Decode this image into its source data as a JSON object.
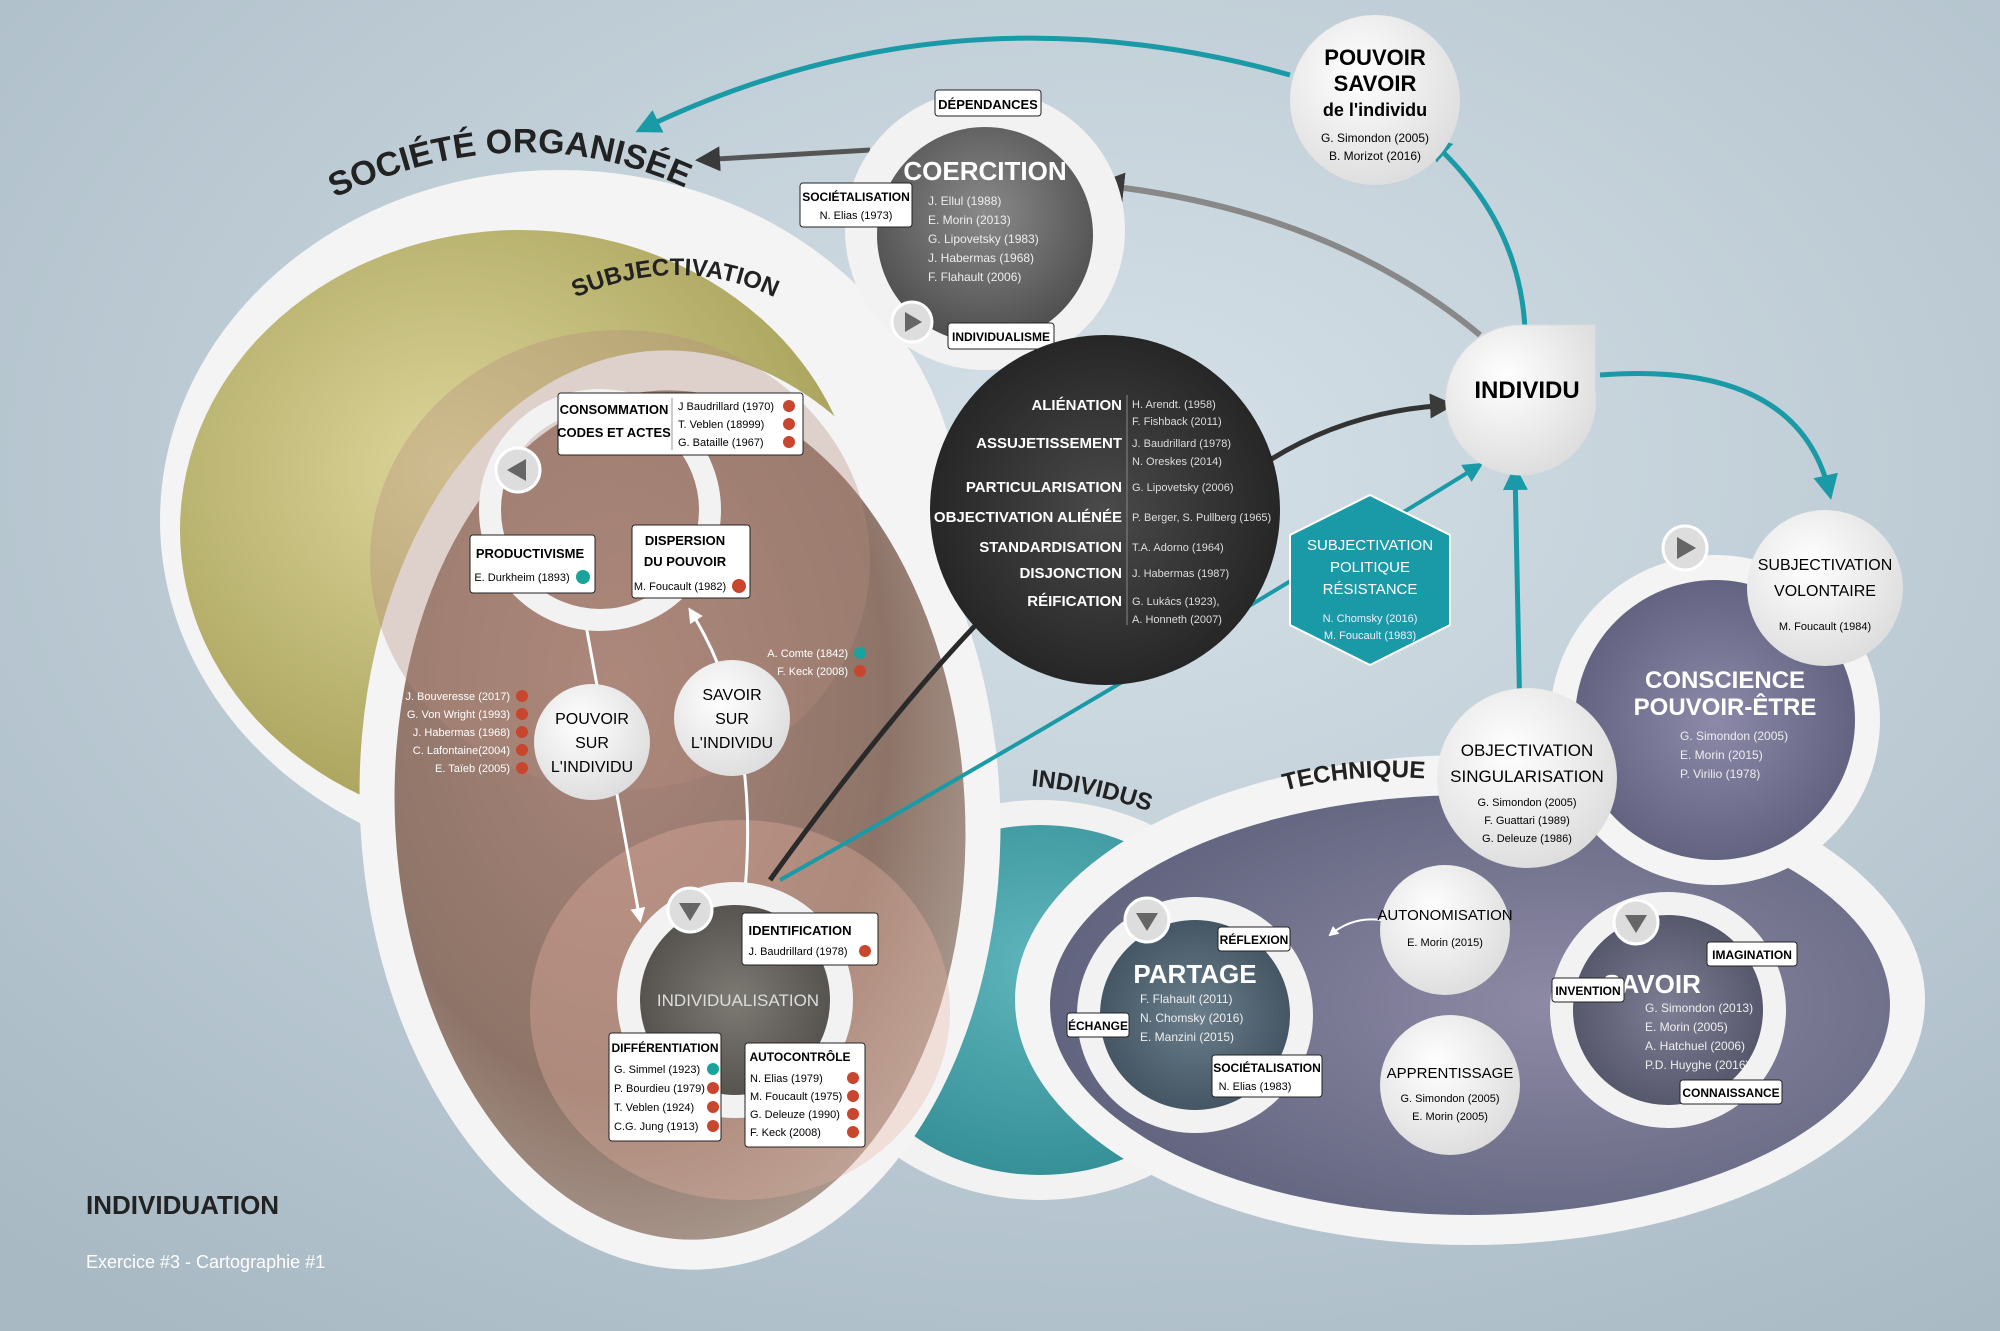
{
  "footer": {
    "title": "INDIVIDUATION",
    "subtitle": "Exercice #3 - Cartographie #1"
  },
  "societe": {
    "title": "SOCIÉTÉ ORGANISÉE"
  },
  "subjectivation": {
    "title": "SUBJECTIVATION"
  },
  "individus": {
    "title": "INDIVIDUS"
  },
  "technique": {
    "title": "TECHNIQUE"
  },
  "pouvoir_savoir": {
    "line1": "POUVOIR",
    "line2": "SAVOIR",
    "line3": "de l'individu",
    "refs": [
      "G. Simondon (2005)",
      "B. Morizot (2016)"
    ]
  },
  "coercition": {
    "title": "COERCITION",
    "refs": [
      "J. Ellul (1988)",
      "E. Morin (2013)",
      "G. Lipovetsky (1983)",
      "J. Habermas (1968)",
      "F. Flahault (2006)"
    ],
    "dependances": "DÉPENDANCES",
    "individualisme": "INDIVIDUALISME",
    "societalisation": {
      "label": "SOCIÉTALISATION",
      "ref": "N. Elias (1973)"
    }
  },
  "individu": {
    "label": "INDIVIDU"
  },
  "alienation_circle": {
    "rows": [
      {
        "term": "ALIÉNATION",
        "refs": [
          "H. Arendt. (1958)",
          "F. Fishback (2011)"
        ]
      },
      {
        "term": "ASSUJETISSEMENT",
        "refs": [
          "J. Baudrillard (1978)",
          "N. Oreskes (2014)"
        ]
      },
      {
        "term": "PARTICULARISATION",
        "refs": [
          "G. Lipovetsky (2006)"
        ]
      },
      {
        "term": "OBJECTIVATION ALIÉNÉE",
        "refs": [
          "P. Berger, S. Pullberg (1965)"
        ]
      },
      {
        "term": "STANDARDISATION",
        "refs": [
          "T.A. Adorno (1964)"
        ]
      },
      {
        "term": "DISJONCTION",
        "refs": [
          "J. Habermas (1987)"
        ]
      },
      {
        "term": "RÉIFICATION",
        "refs": [
          "G. Lukács (1923),",
          "A. Honneth (2007)"
        ]
      }
    ]
  },
  "subj_politique": {
    "line1": "SUBJECTIVATION",
    "line2": "POLITIQUE",
    "line3": "RÉSISTANCE",
    "refs": [
      "N. Chomsky (2016)",
      "M. Foucault (1983)"
    ]
  },
  "subj_volontaire": {
    "line1": "SUBJECTIVATION",
    "line2": "VOLONTAIRE",
    "ref": "M. Foucault (1984)"
  },
  "conscience": {
    "line1": "CONSCIENCE",
    "line2": "POUVOIR-ÊTRE",
    "refs": [
      "G. Simondon (2005)",
      "E. Morin (2015)",
      "P. Virilio (1978)"
    ]
  },
  "objectivation": {
    "line1": "OBJECTIVATION",
    "line2": "SINGULARISATION",
    "refs": [
      "G. Simondon (2005)",
      "F. Guattari (1989)",
      "G. Deleuze (1986)"
    ]
  },
  "consommation": {
    "line1": "CONSOMMATION",
    "line2": "CODES ET ACTES",
    "refs": [
      "J Baudrillard (1970)",
      "T. Veblen (18999)",
      "G. Bataille (1967)"
    ]
  },
  "productivisme": {
    "label": "PRODUCTIVISME",
    "ref": "E. Durkheim (1893)"
  },
  "dispersion": {
    "line1": "DISPERSION",
    "line2": "DU POUVOIR",
    "ref": "M. Foucault (1982)"
  },
  "comte_keck": [
    "A. Comte (1842)",
    "F. Keck (2008)"
  ],
  "left_refs": [
    "J. Bouveresse (2017)",
    "G. Von Wright (1993)",
    "J. Habermas (1968)",
    "C. Lafontaine(2004)",
    "E. Taïeb (2005)"
  ],
  "pouvoir_individu": {
    "line1": "POUVOIR",
    "line2": "SUR",
    "line3": "L'INDIVIDU"
  },
  "savoir_individu": {
    "line1": "SAVOIR",
    "line2": "SUR",
    "line3": "L'INDIVIDU"
  },
  "individualisation": {
    "label": "INDIVIDUALISATION"
  },
  "identification": {
    "label": "IDENTIFICATION",
    "ref": "J. Baudrillard (1978)"
  },
  "differentiation": {
    "label": "DIFFÉRENTIATION",
    "refs": [
      "G. Simmel (1923)",
      "P. Bourdieu (1979)",
      "T. Veblen (1924)",
      "C.G. Jung (1913)"
    ]
  },
  "autocontrole": {
    "label": "AUTOCONTRÔLE",
    "refs": [
      "N. Elias (1979)",
      "M. Foucault (1975)",
      "G. Deleuze (1990)",
      "F. Keck (2008)"
    ]
  },
  "partage": {
    "title": "PARTAGE",
    "refs": [
      "F. Flahault (2011)",
      "N. Chomsky (2016)",
      "E. Manzini (2015)"
    ],
    "reflexion": "RÉFLEXION",
    "echange": "ÉCHANGE",
    "societalisation": {
      "label": "SOCIÉTALISATION",
      "ref": "N. Elias (1983)"
    }
  },
  "autonomisation": {
    "label": "AUTONOMISATION",
    "ref": "E. Morin (2015)"
  },
  "apprentissage": {
    "label": "APPRENTISSAGE",
    "refs": [
      "G. Simondon (2005)",
      "E. Morin (2005)"
    ]
  },
  "savoir": {
    "title": "SAVOIR",
    "refs": [
      "G. Simondon (2013)",
      "E. Morin (2005)",
      "A. Hatchuel (2006)",
      "P.D. Huyghe (2016)"
    ],
    "imagination": "IMAGINATION",
    "invention": "INVENTION",
    "connaissance": "CONNAISSANCE"
  },
  "colors": {
    "teal": "#1a9aa6",
    "dark_arrow": "#3a3a3a",
    "olive": "#c9c07a",
    "play_red": "#c8462e",
    "play_teal": "#1aa39a"
  }
}
